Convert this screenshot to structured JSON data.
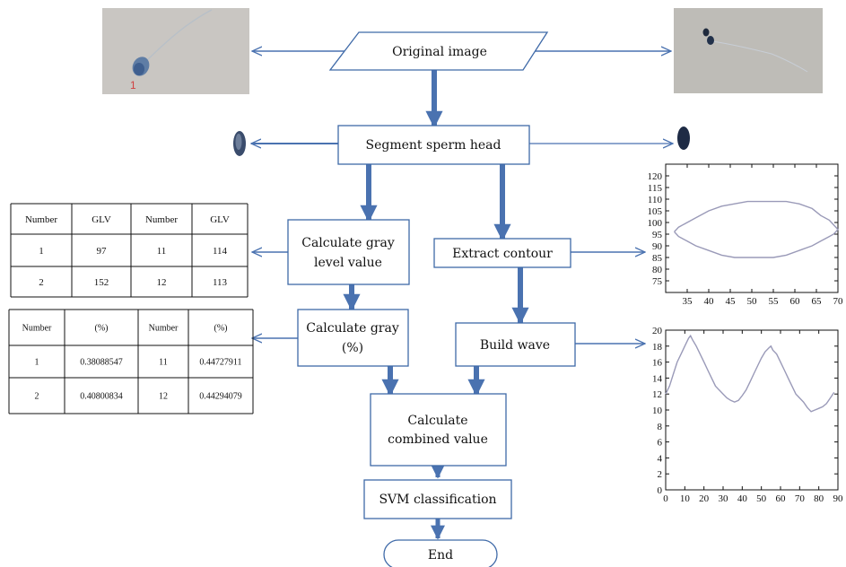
{
  "nodes": {
    "original": "Original image",
    "segment": "Segment sperm head",
    "gray_level": [
      "Calculate gray",
      "level value"
    ],
    "extract": "Extract contour",
    "gray_pct": [
      "Calculate gray",
      "(%)"
    ],
    "build_wave": "Build wave",
    "combined": [
      "Calculate",
      "combined value"
    ],
    "svm": "SVM classification",
    "end": "End"
  },
  "photo_label": "1",
  "table_glv": {
    "headers": [
      "Number",
      "GLV",
      "Number",
      "GLV"
    ],
    "rows": [
      [
        "1",
        "97",
        "11",
        "114"
      ],
      [
        "2",
        "152",
        "12",
        "113"
      ]
    ]
  },
  "table_pct": {
    "headers": [
      "Number",
      "(%)",
      "Number",
      "(%)"
    ],
    "rows": [
      [
        "1",
        "0.38088547",
        "11",
        "0.44727911"
      ],
      [
        "2",
        "0.40800834",
        "12",
        "0.44294079"
      ]
    ]
  },
  "chart_data": [
    {
      "type": "line",
      "title": "",
      "xlabel": "",
      "ylabel": "",
      "xlim": [
        30,
        70
      ],
      "ylim": [
        70,
        125
      ],
      "x_ticks": [
        35,
        40,
        45,
        50,
        55,
        60,
        65,
        70
      ],
      "y_ticks": [
        75,
        80,
        85,
        90,
        95,
        100,
        105,
        110,
        115,
        120
      ],
      "series": [
        {
          "color": "#9a9ab8",
          "x": [
            32,
            33,
            35,
            37,
            40,
            43,
            46,
            49,
            52,
            55,
            58,
            61,
            64,
            66,
            68,
            69,
            70,
            69,
            68,
            66,
            64,
            61,
            58,
            55,
            52,
            49,
            46,
            43,
            40,
            37,
            35,
            33,
            32
          ],
          "y": [
            96,
            98,
            100,
            102,
            105,
            107,
            108,
            109,
            109,
            109,
            109,
            108,
            106,
            103,
            101,
            99,
            97,
            95,
            94,
            92,
            90,
            88,
            86,
            85,
            85,
            85,
            85,
            86,
            88,
            90,
            92,
            94,
            96
          ]
        }
      ],
      "grid": false
    },
    {
      "type": "line",
      "title": "",
      "xlabel": "",
      "ylabel": "",
      "xlim": [
        0,
        90
      ],
      "ylim": [
        0,
        20
      ],
      "x_ticks": [
        0,
        10,
        20,
        30,
        40,
        50,
        60,
        70,
        80,
        90
      ],
      "y_ticks": [
        0,
        2,
        4,
        6,
        8,
        10,
        12,
        14,
        16,
        18,
        20
      ],
      "series": [
        {
          "color": "#9a9ab8",
          "x": [
            0,
            2,
            4,
            6,
            8,
            10,
            12,
            13,
            14,
            16,
            18,
            20,
            22,
            24,
            26,
            28,
            30,
            32,
            34,
            36,
            38,
            40,
            42,
            44,
            46,
            48,
            50,
            52,
            54,
            55,
            56,
            58,
            60,
            62,
            64,
            66,
            68,
            70,
            72,
            74,
            76,
            78,
            80,
            82,
            84,
            86,
            88
          ],
          "y": [
            12,
            13,
            14.5,
            16,
            17,
            18,
            19,
            19.3,
            18.8,
            18,
            17,
            16,
            15,
            14,
            13,
            12.5,
            12,
            11.5,
            11.2,
            11,
            11.2,
            11.8,
            12.5,
            13.5,
            14.5,
            15.5,
            16.5,
            17.3,
            17.8,
            18,
            17.5,
            17,
            16,
            15,
            14,
            13,
            12,
            11.5,
            11,
            10.3,
            9.8,
            10,
            10.2,
            10.4,
            10.8,
            11.5,
            12.2
          ]
        }
      ],
      "grid": false
    }
  ]
}
